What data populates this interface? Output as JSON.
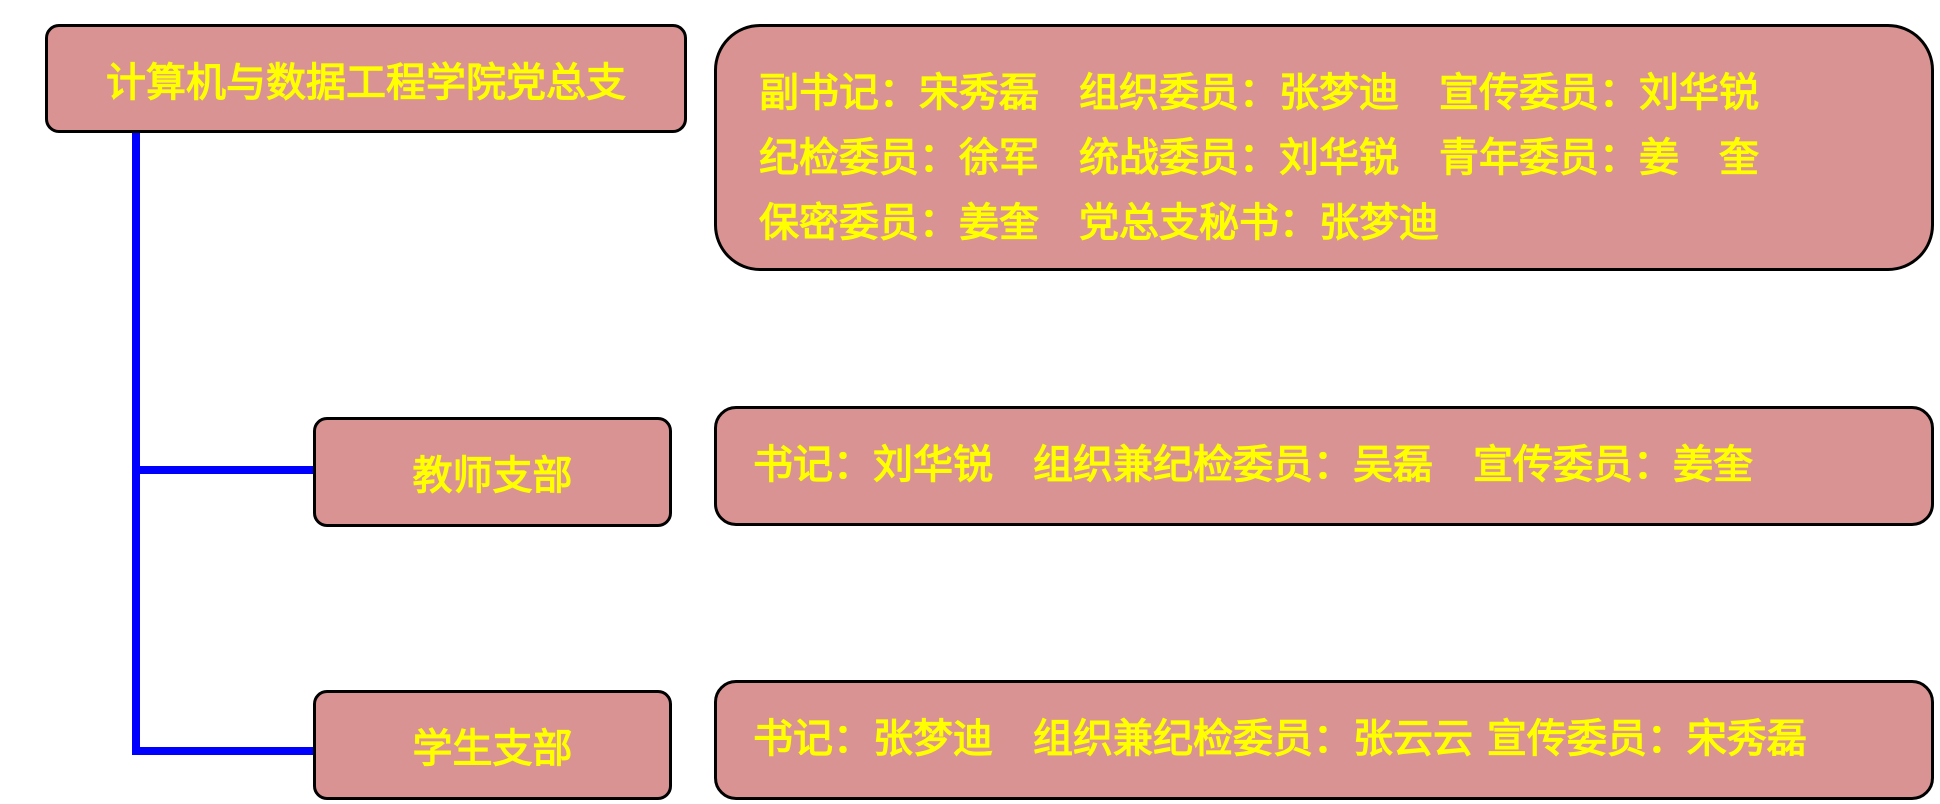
{
  "root": {
    "label": "计算机与数据工程学院党总支",
    "details": [
      "副书记：宋秀磊　组织委员：张梦迪　宣传委员：刘华锐",
      "纪检委员：徐军　统战委员：刘华锐　青年委员：姜　奎",
      "保密委员：姜奎　党总支秘书：张梦迪"
    ]
  },
  "branches": [
    {
      "label": "教师支部",
      "details": "书记：刘华锐　组织兼纪检委员：吴磊　宣传委员：姜奎"
    },
    {
      "label": "学生支部",
      "details": "书记：张梦迪　组织兼纪检委员：张云云 宣传委员：宋秀磊"
    }
  ],
  "colors": {
    "box_fill": "#d99393",
    "text": "#ffff00",
    "connector": "#0000ff",
    "border": "#000000"
  }
}
